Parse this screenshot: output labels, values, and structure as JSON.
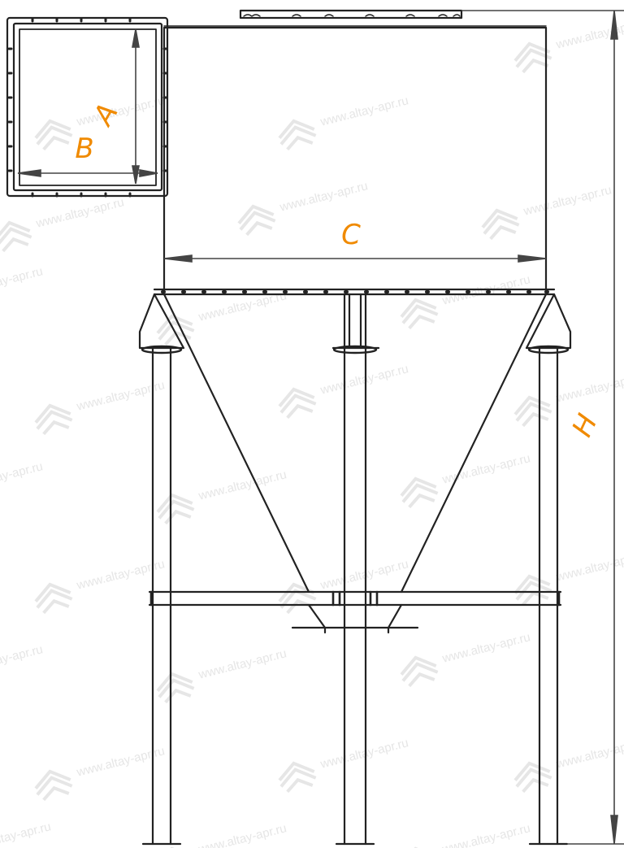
{
  "dimensions": {
    "a": "A",
    "b": "B",
    "c": "C",
    "h": "H"
  },
  "watermark": {
    "text": "www.altay-apr.ru"
  },
  "colors": {
    "line": "#222222",
    "label": "#f08a00",
    "dim_line": "#555555",
    "watermark": "#e6e6e6"
  }
}
